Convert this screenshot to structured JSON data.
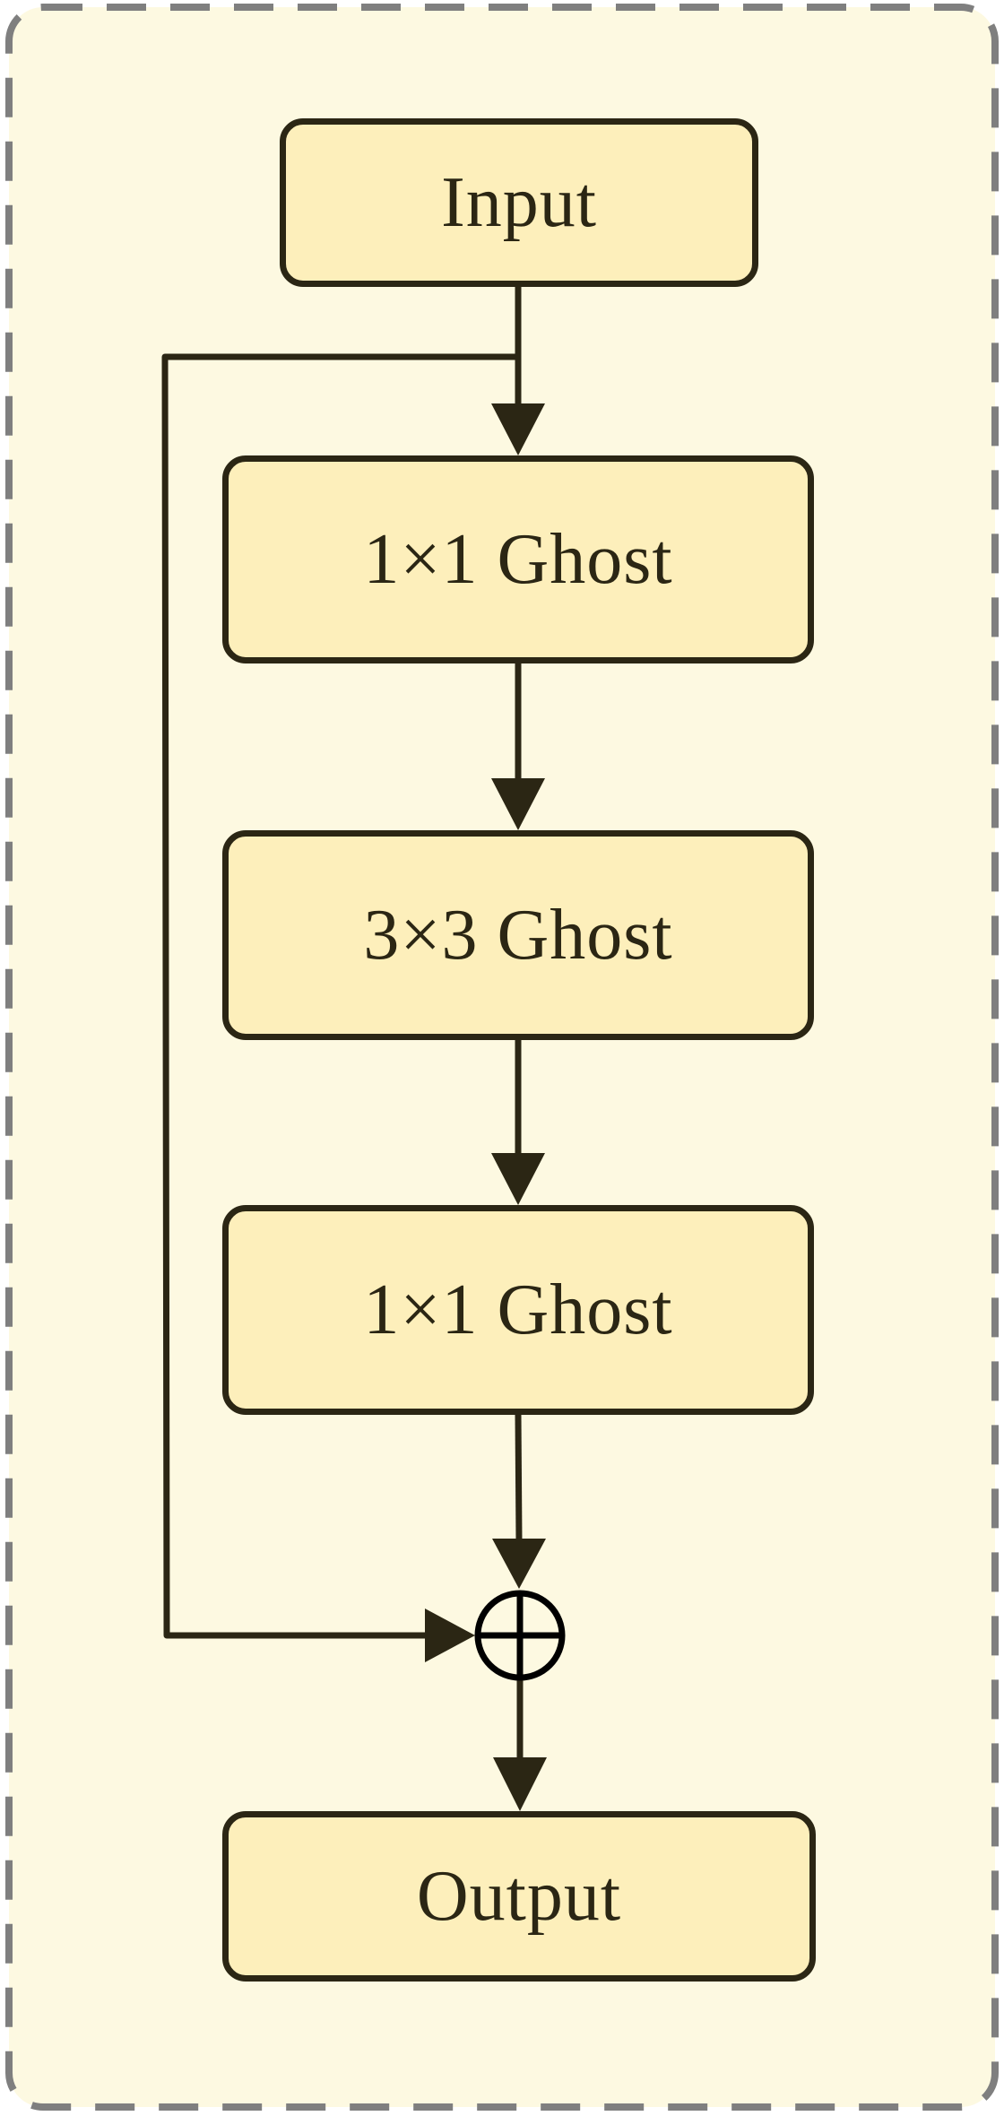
{
  "diagram": {
    "colors": {
      "background": "#fdf9e1",
      "frame_dash": "#7f7f7f",
      "box_fill": "#fdefbb",
      "stroke": "#2b2614",
      "adder_stroke": "#000000"
    },
    "nodes": {
      "input": "Input",
      "ghost_1": "1×1 Ghost",
      "ghost_2": "3×3 Ghost",
      "ghost_3": "1×1 Ghost",
      "output": "Output"
    },
    "adder_symbol": "circle-plus"
  }
}
